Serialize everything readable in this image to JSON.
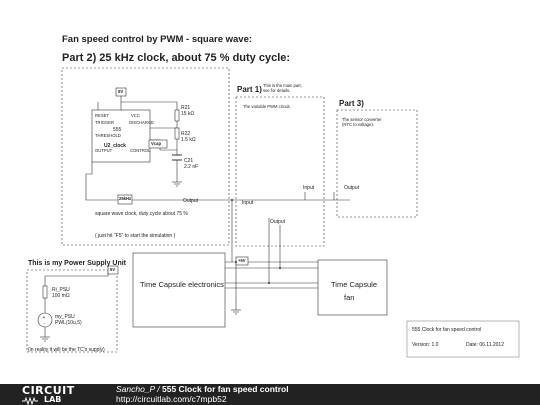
{
  "title": "Fan speed control by PWM - square wave:",
  "part2_title": "Part 2) 25 kHz clock, about 75 % duty cycle:",
  "part1": {
    "label": "Part 1)",
    "note": "This is the main part,\nsee for details.",
    "sub": "The variable PWM circuit."
  },
  "part3": {
    "label": "Part 3)",
    "sub": "The sensor converter\n(NTC to voltage)."
  },
  "clock": {
    "supply": "5V",
    "r21": "R21",
    "r21_val": "15 kΩ",
    "r22": "R22",
    "r22_val": "1.5 kΩ",
    "c21": "C21",
    "c21_val": "2.2 nF",
    "ic_top_left": "RESET",
    "ic_top_right": "VCC",
    "ic_left1": "TRIGGER",
    "ic_left2": "THRESHOLD",
    "ic_right1": "DISCHARGE",
    "ic_center": "555",
    "ic_bottom_left": "OUTPUT",
    "ic_bottom_right": "CONTROL",
    "ic_name": "U2_clock",
    "vcap": "Vcap",
    "freq_tag": "25kHz",
    "output": "Output",
    "caption": "square wave clock, duty cycle about 75 %",
    "hint": "( just hit \"F5\" to start the simulation )"
  },
  "wires": {
    "input_p1": "Input",
    "input_p1b": "Input",
    "output_p1": "Output",
    "output_p3": "Output",
    "output_mid": "Output"
  },
  "psu": {
    "title": "This is my Power Supply Unit",
    "tag": "5V",
    "ri": "Ri_PSU",
    "ri_val": "100 mΩ",
    "v": "my_PSU",
    "v_val": "PWL(10u,5)",
    "note": "(in reality it will be the TC's supply)"
  },
  "tc_electronics": "Time Capsule electronics",
  "vcc_tag": "+5V",
  "tc_fan": {
    "line1": "Time Capsule",
    "line2": "fan"
  },
  "info": {
    "title": "555 Clock for fan speed control",
    "version": "Version: 1.0",
    "date": "Date: 06.11.2012"
  },
  "footer": {
    "logo_top": "CIRCUIT",
    "logo_bottom": "LAB",
    "author": "Sancho_P",
    "separator": " / ",
    "circuit_name": "555 Clock for fan speed control",
    "url": "http://circuitlab.com/c7mpb52"
  }
}
